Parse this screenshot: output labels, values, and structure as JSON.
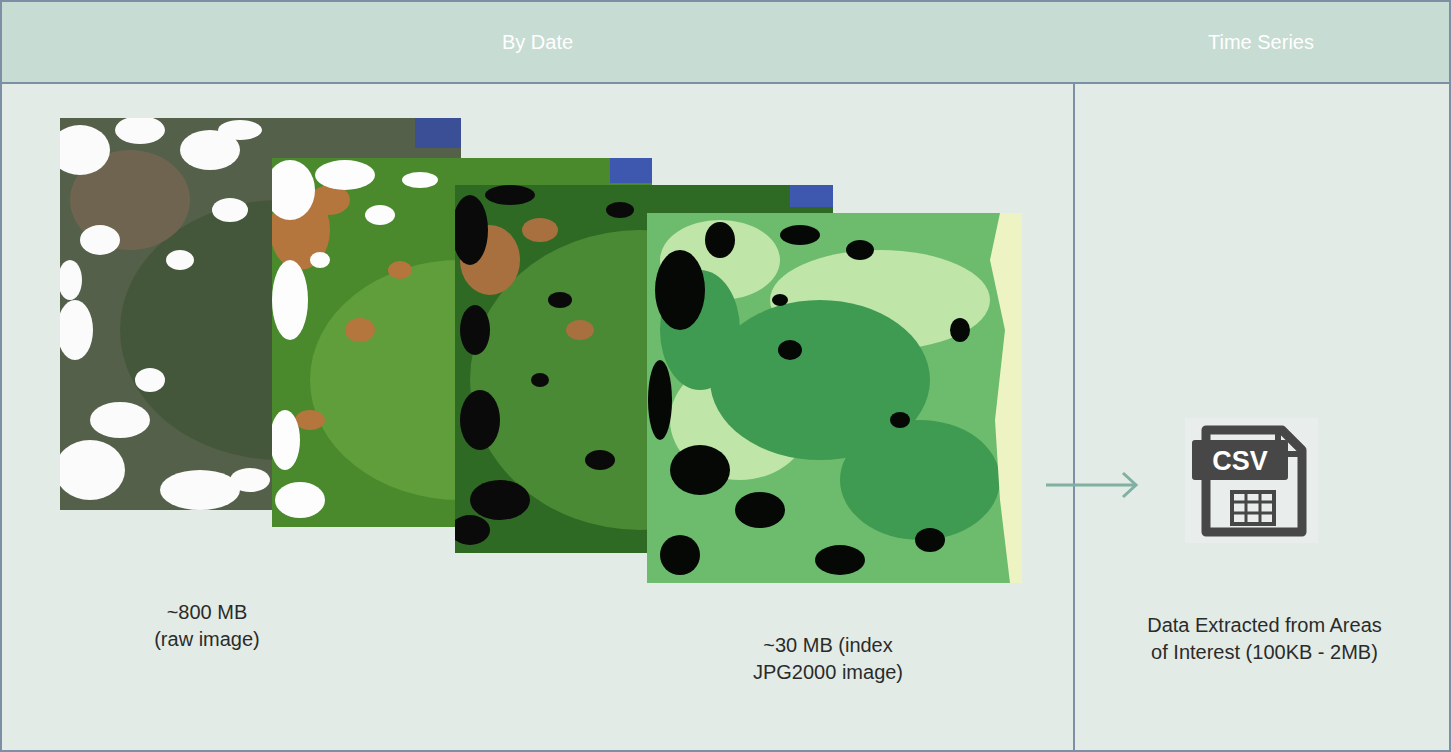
{
  "diagram": {
    "nodes": [
      {
        "text": [
          "By Date"
        ]
      },
      {
        "text": [
          "Time Series"
        ]
      },
      {
        "text": [
          "~800 MB (raw image)",
          "~30 MB (index JPG2000 image)"
        ],
        "in": 0
      },
      {
        "text": [
          "CSV",
          "Data Extracted from Areas of Interest (100KB - 2MB)"
        ],
        "in": 1
      }
    ],
    "edges": [
      {
        "from": 2,
        "to": 3,
        "arrow": "to"
      }
    ]
  }
}
